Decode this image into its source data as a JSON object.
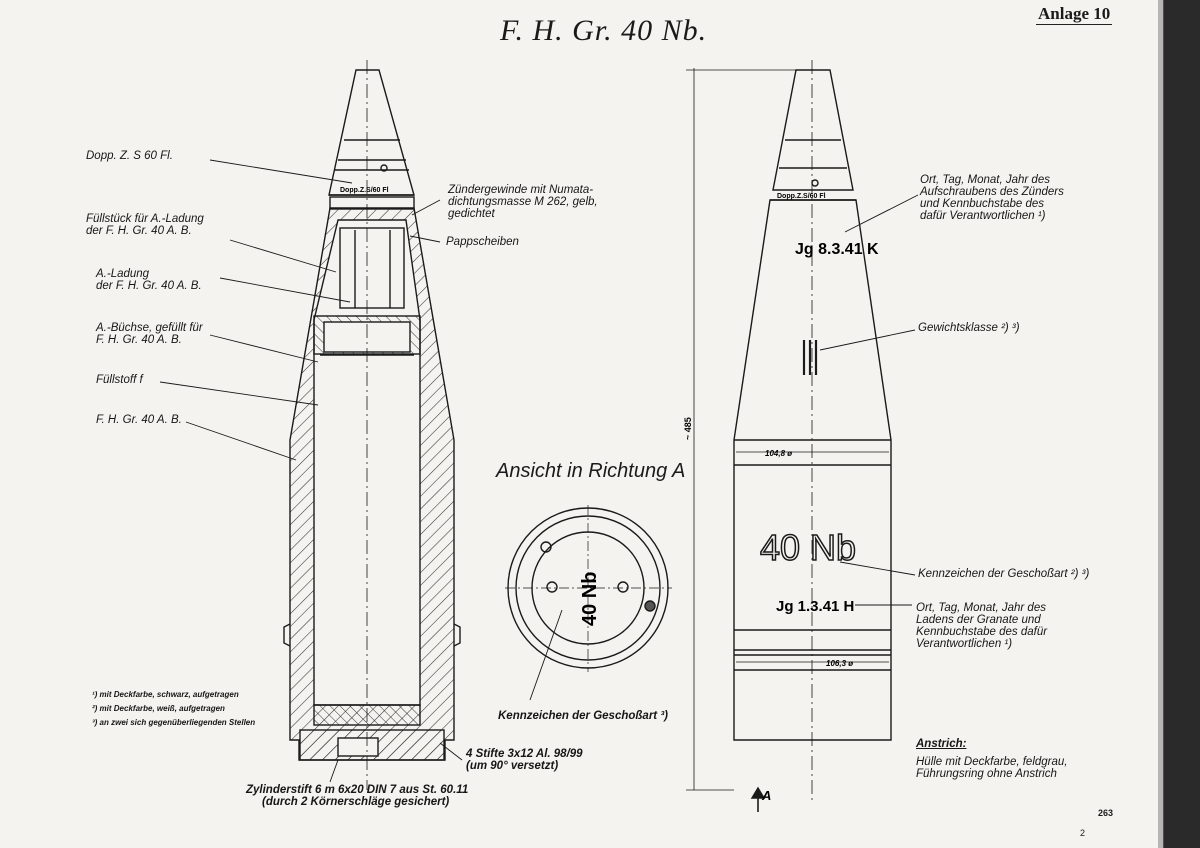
{
  "title": "F. H. Gr. 40 Nb.",
  "sheet_label": "Anlage 10",
  "view_heading": "Ansicht in Richtung A",
  "section_labels": {
    "fuze": "Dopp. Z. S 60 Fl.",
    "fill_piece_1": "Füllstück für A.-Ladung",
    "fill_piece_2": "der F. H. Gr. 40 A. B.",
    "a_charge_1": "A.-Ladung",
    "a_charge_2": "der F. H. Gr. 40 A. B.",
    "a_sleeve_1": "A.-Büchse, gefüllt für",
    "a_sleeve_2": "F. H. Gr. 40 A. B.",
    "filler": "Füllstoff f",
    "body": "F. H. Gr. 40 A. B.",
    "fuze_thread_1": "Zündergewinde mit Numata-",
    "fuze_thread_2": "dichtungsmasse M 262, gelb,",
    "fuze_thread_3": "gedichtet",
    "cardboard": "Pappscheiben",
    "pins_1": "4 Stifte 3x12 Al. 98/99",
    "pins_2": "(um 90° versetzt)",
    "cyl_pin_1": "Zylinderstift 6 m 6x20 DIN 7 aus St. 60.11",
    "cyl_pin_2": "(durch 2 Körnerschläge gesichert)"
  },
  "footnotes": [
    "¹) mit Deckfarbe, schwarz, aufgetragen",
    "²) mit Deckfarbe, weiß, aufgetragen",
    "³) an zwei sich gegenüberliegenden Stellen"
  ],
  "fuze_marking": "Dopp.Z.S/60 Fl",
  "base_marking_label": "Kennzeichen der Geschoßart ³)",
  "base_stamp": "40 Nb",
  "exterior_labels": {
    "screw_1": "Ort, Tag, Monat, Jahr des",
    "screw_2": "Aufschraubens des Zünders",
    "screw_3": "und Kennbuchstabe des",
    "screw_4": "dafür Verantwortlichen ¹)",
    "weight": "Gewichtsklasse ²) ³)",
    "type": "Kennzeichen der Geschoßart ²) ³)",
    "load_1": "Ort, Tag, Monat, Jahr des",
    "load_2": "Ladens der Granate und",
    "load_3": "Kennbuchstabe des dafür",
    "load_4": "Verantwortlichen ¹)",
    "paint_heading": "Anstrich:",
    "paint_1": "Hülle mit Deckfarbe, feldgrau,",
    "paint_2": "Führungsring ohne Anstrich"
  },
  "exterior_markings": {
    "fuze": "Dopp.Z.S/60 Fl",
    "screw_stamp": "Jg 8.3.41 K",
    "type_stamp": "40 Nb",
    "load_stamp": "Jg 1.3.41 H"
  },
  "dimensions": {
    "length": "~ 485",
    "dia_upper": "104,8 ø",
    "dia_band": "106,3 ø",
    "view_arrow": "A"
  },
  "page_number": "263",
  "page_number2": "2"
}
